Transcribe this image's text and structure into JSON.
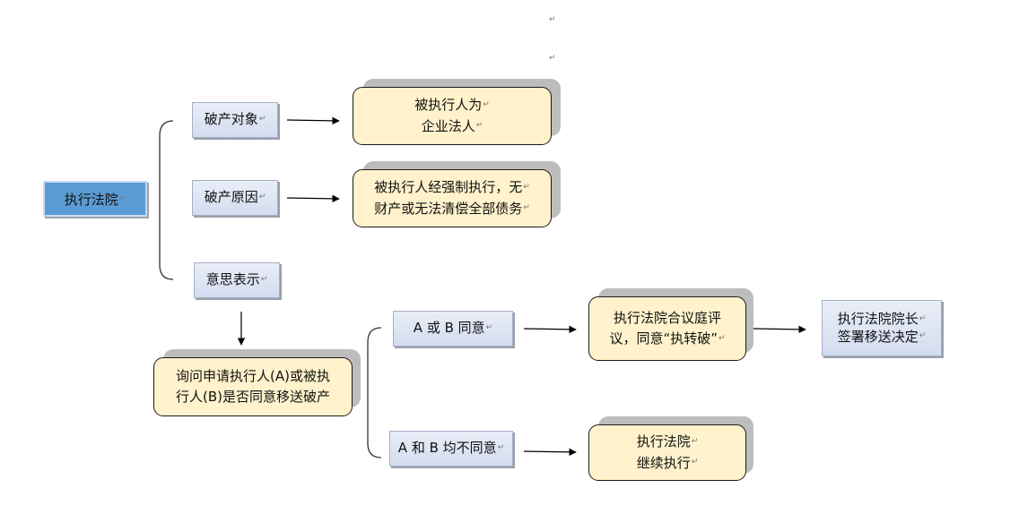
{
  "nodes": {
    "court": "执行法院",
    "object": "破产对象",
    "reason": "破产原因",
    "intent": "意思表示",
    "ab_agree": "A 或 B 同意",
    "ab_disagree": "A 和 B 均不同意",
    "debtor_l1": "被执行人为",
    "debtor_l2": "企业法人",
    "insolvent_l1": "被执行人经强制执行，无",
    "insolvent_l2": "财产或无法清偿全部债务",
    "inquire_l1": "询问申请执行人(A)或被执",
    "inquire_l2": "行人(B)是否同意移送破产",
    "panel_l1": "执行法院合议庭评",
    "panel_l2": "议，同意“执转破”",
    "president_l1": "执行法院院长",
    "president_l2": "签署移送决定",
    "continue_l1": "执行法院",
    "continue_l2": "继续执行"
  },
  "marks": {
    "return": "↵"
  }
}
